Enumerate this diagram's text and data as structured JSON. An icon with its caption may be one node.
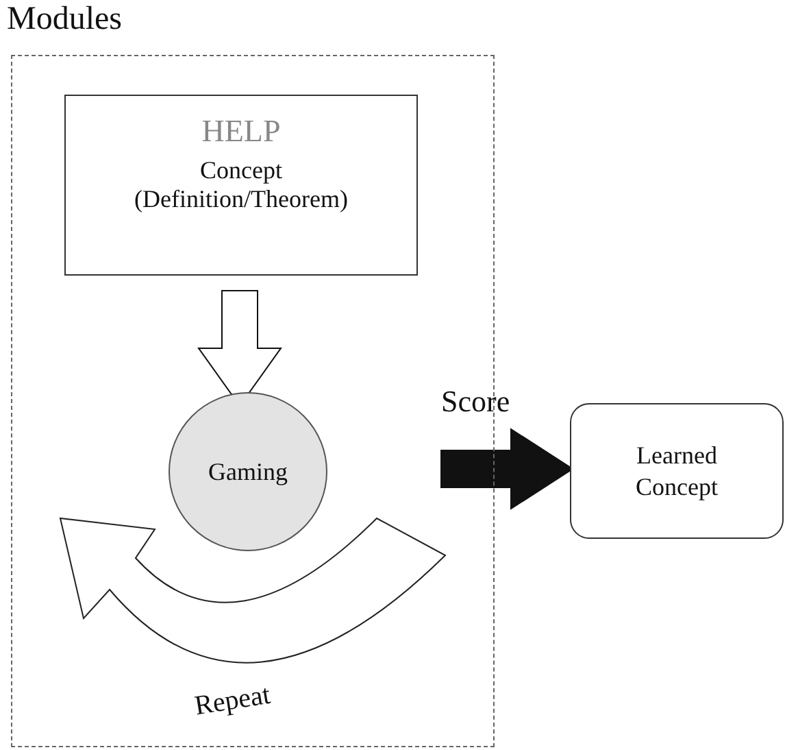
{
  "diagram": {
    "nodes": [
      {
        "text": [
          "Modules"
        ]
      },
      {
        "text": [
          "HELP",
          "Concept (Definition/Theorem)"
        ],
        "in": 0
      },
      {
        "text": [
          "Gaming"
        ],
        "in": 0
      },
      {
        "text": [
          "Learned Concept"
        ]
      }
    ],
    "edges": [
      {
        "from": 1,
        "to": 2,
        "arrow": "to"
      },
      {
        "from": 0,
        "to": 3,
        "arrow": "to",
        "label": "Score",
        "style": "thick"
      }
    ],
    "labels": [
      "Repeat"
    ]
  }
}
